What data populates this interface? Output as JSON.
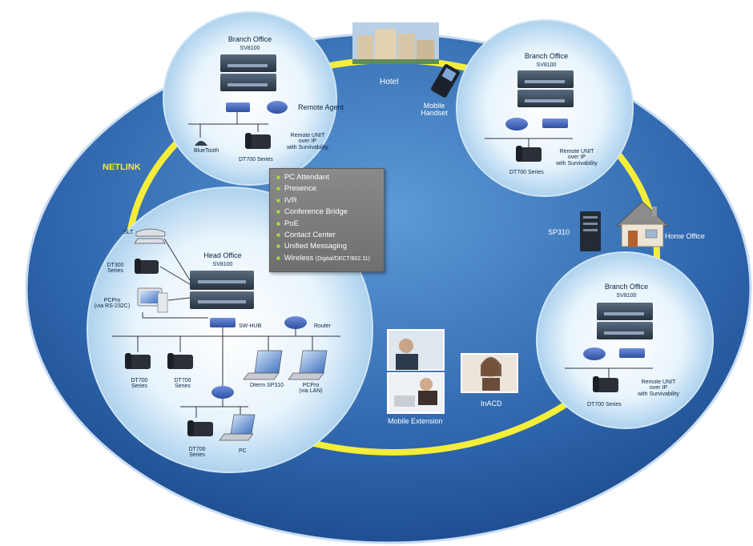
{
  "netlink_label": "NETLINK",
  "hotel": {
    "label": "Hotel"
  },
  "mobile_handset": {
    "line1": "Mobile",
    "line2": "Handset"
  },
  "home_office": {
    "label": "Home Office"
  },
  "sp310": {
    "label": "SP310"
  },
  "mobile_extension": {
    "label": "Mobile Extension"
  },
  "inacd": {
    "label": "InACD"
  },
  "branch_office_top": {
    "title": "Branch Office",
    "model": "SV8100",
    "remote_agent": "Remote Agent",
    "bluetooth": "BlueTooth",
    "phones": "DT700 Series",
    "remote_unit": [
      "Remote UNIT",
      "over IP",
      "with Survivability"
    ]
  },
  "branch_office_right": {
    "title": "Branch Office",
    "model": "SV8100",
    "phones": "DT700 Series",
    "remote_unit": [
      "Remote UNIT",
      "over IP",
      "with Survivability"
    ]
  },
  "branch_office_bottom": {
    "title": "Branch Office",
    "model": "SV8100",
    "phones": "DT700 Series",
    "remote_unit": [
      "Remote UNIT",
      "over IP",
      "with Survivability"
    ]
  },
  "head_office": {
    "title": "Head Office",
    "model": "SV8100",
    "slt": "SLT",
    "dt300": [
      "DT300",
      "Series"
    ],
    "pcpro_serial": [
      "PCPro",
      "(via RS-232C)"
    ],
    "sw_hub": "SW-HUB",
    "router": "Router",
    "dt700_a": [
      "DT700",
      "Series"
    ],
    "dt700_b": [
      "DT700",
      "Series"
    ],
    "sp310": "Dterm SP310",
    "pcpro_lan": [
      "PCPro",
      "(via LAN)"
    ],
    "dt700_c": [
      "DT700",
      "Series"
    ],
    "pc": "PC"
  },
  "features": [
    {
      "text": "PC Attendant"
    },
    {
      "text": "Presence"
    },
    {
      "text": "IVR"
    },
    {
      "text": "Conference Bridge"
    },
    {
      "text": "PoE"
    },
    {
      "text": "Contact Center"
    },
    {
      "text": "Unified Messaging"
    },
    {
      "text": "Wireless",
      "small": "(Digital/DECT/802.11)"
    }
  ],
  "colors": {
    "outer_ring": "#3a72b8",
    "netlink_ring": "#f4ee3a",
    "bubble": "#e8f4fc",
    "device": "#2e3d50"
  }
}
